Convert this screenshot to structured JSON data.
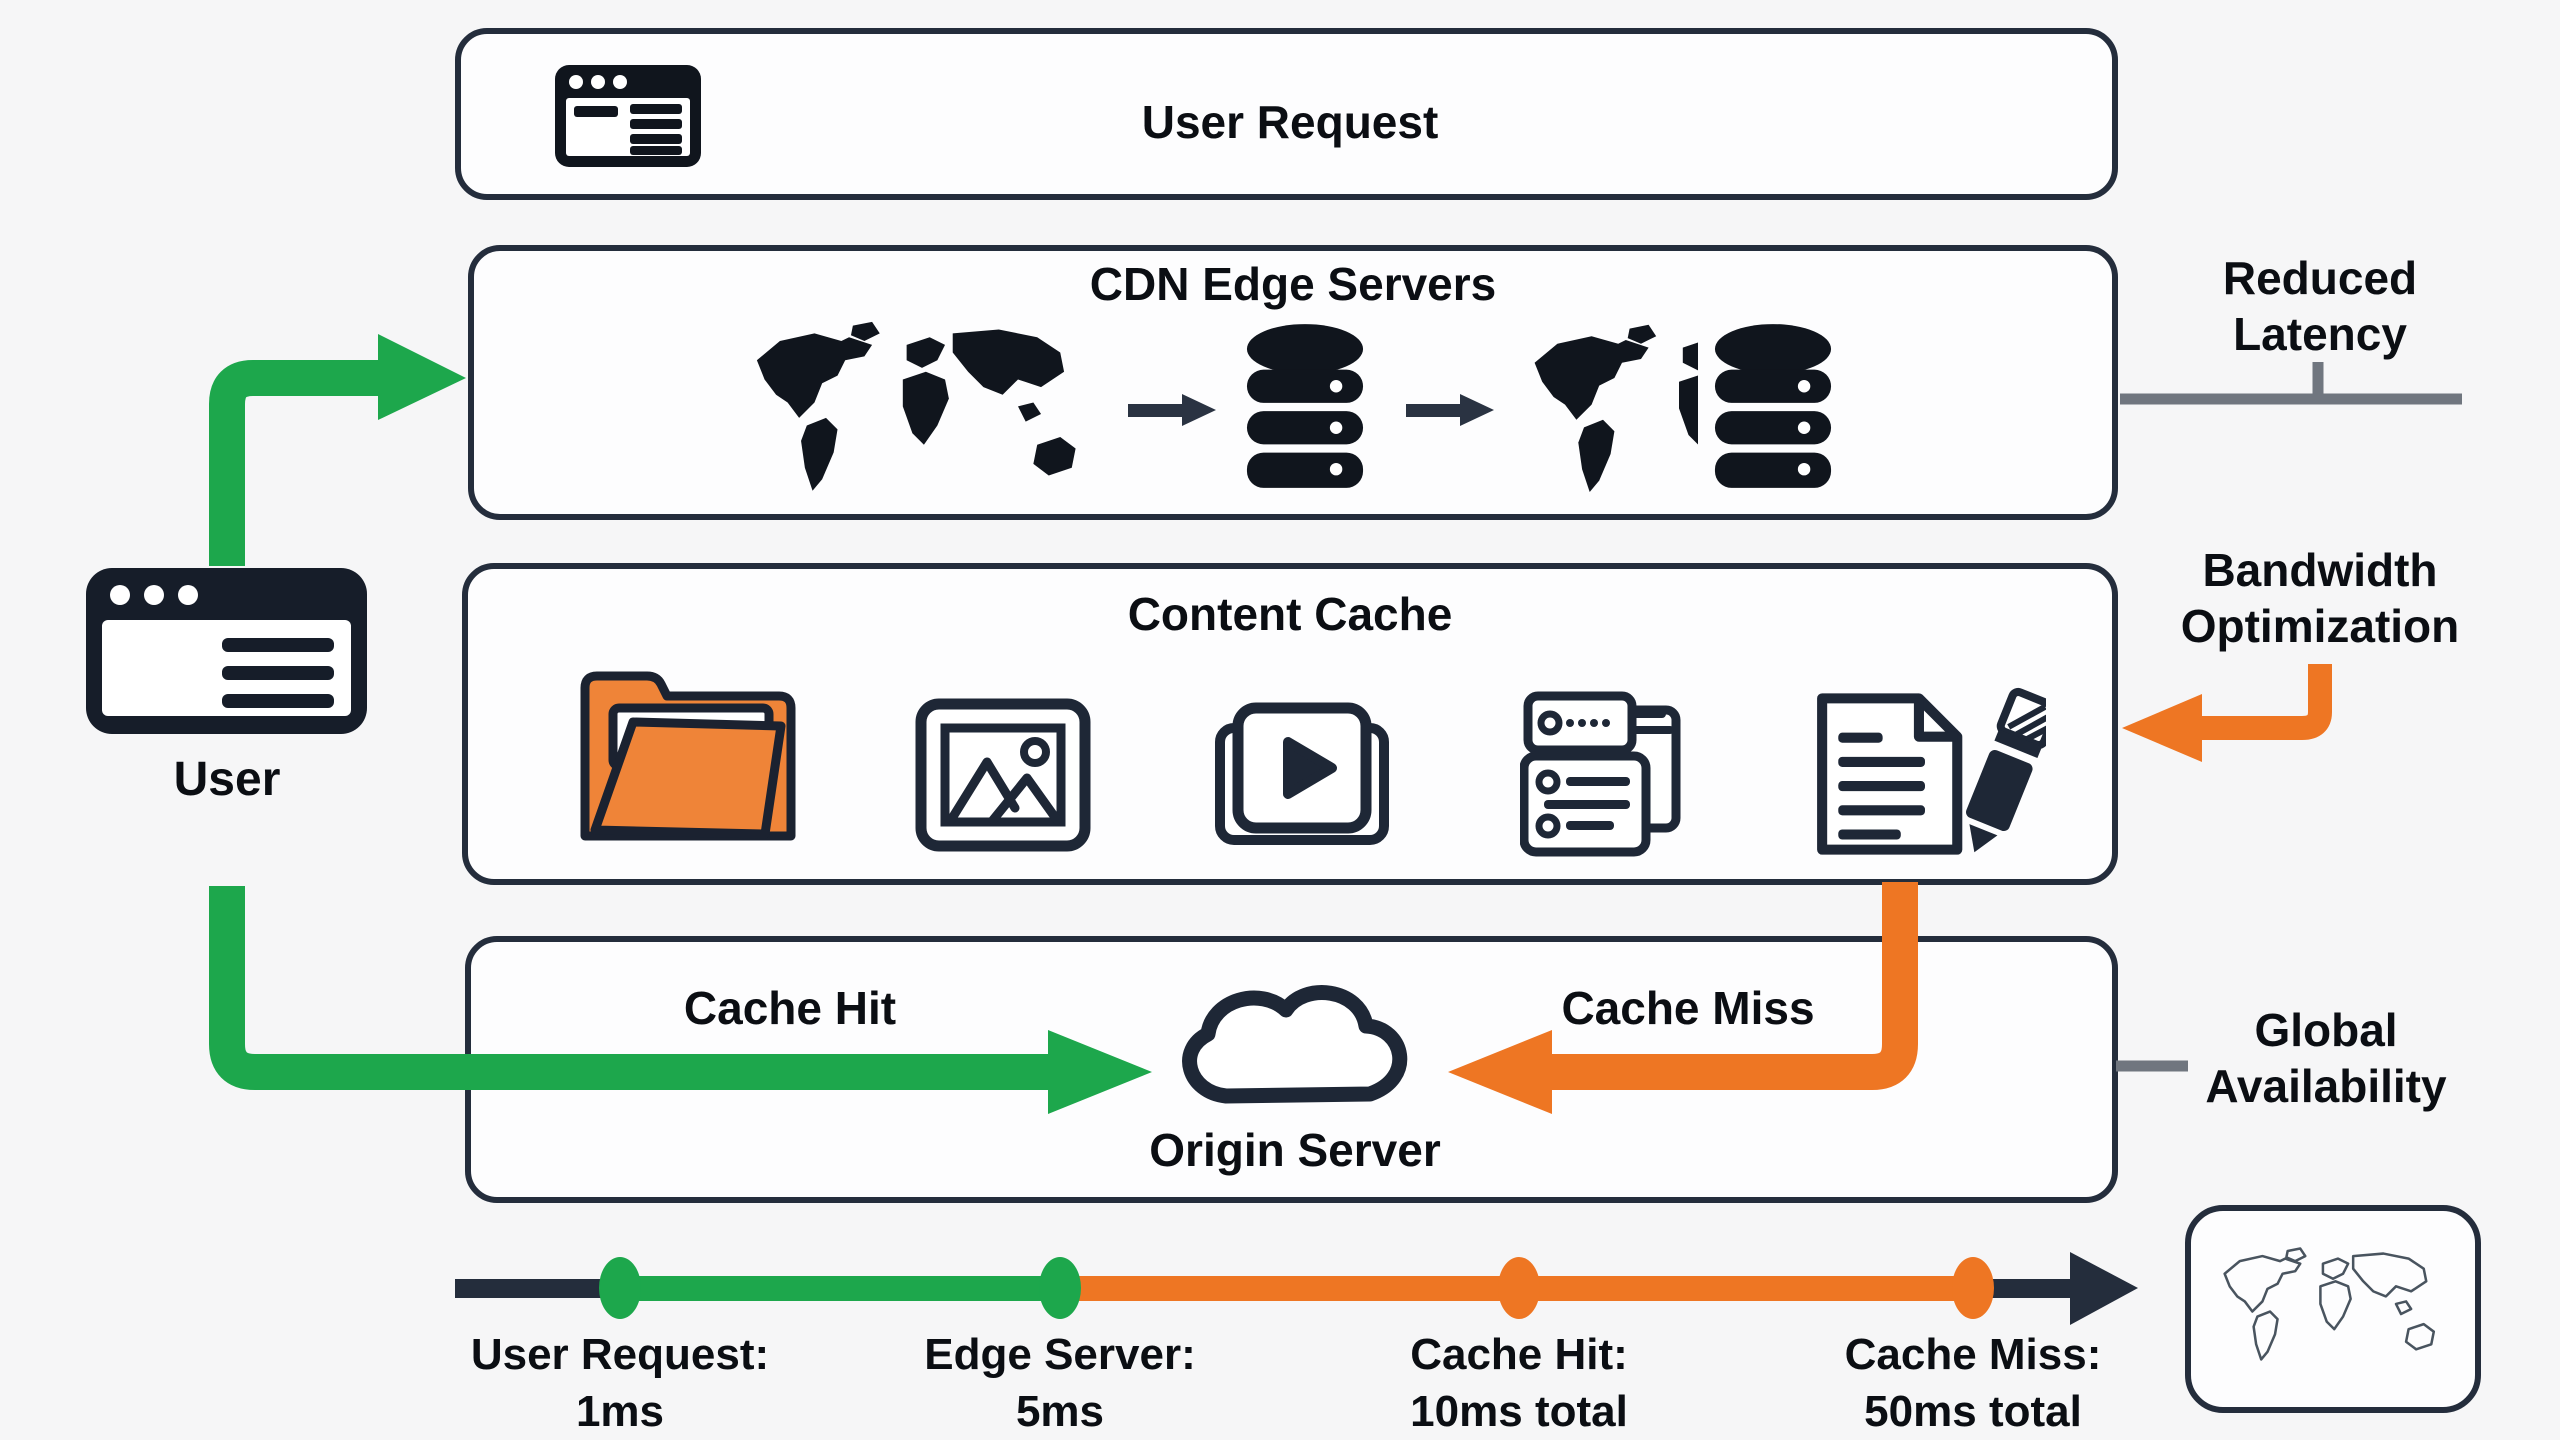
{
  "diagram": {
    "boxes": {
      "user_request": {
        "title": "User Request",
        "icon": "browser-window-icon"
      },
      "cdn_edge_servers": {
        "title": "CDN Edge Servers",
        "icons": [
          "world-map-icon",
          "arrow-right-icon",
          "database-icon",
          "arrow-right-icon",
          "world-map-icon",
          "database-icon"
        ]
      },
      "content_cache": {
        "title": "Content Cache",
        "icons": [
          "folder-icon",
          "image-icon",
          "video-play-icon",
          "server-list-icon",
          "document-pen-icon"
        ]
      },
      "origin_server": {
        "title": "Origin Server",
        "icon": "cloud-icon",
        "cache_hit_label": "Cache Hit",
        "cache_miss_label": "Cache Miss"
      }
    },
    "user": {
      "label": "User",
      "icon": "browser-window-icon"
    },
    "side_labels": {
      "reduced_latency": "Reduced Latency",
      "bandwidth_optimization": "Bandwidth Optimization",
      "global_availability": "Global Availability"
    },
    "timeline": {
      "events": [
        {
          "label": "User Request:",
          "value": "1ms",
          "color": "#1da74c"
        },
        {
          "label": "Edge Server:",
          "value": "5ms",
          "color": "#1da74c"
        },
        {
          "label": "Cache Hit:",
          "value": "10ms total",
          "color": "#ee7623"
        },
        {
          "label": "Cache Miss:",
          "value": "50ms total",
          "color": "#ee7623"
        }
      ]
    },
    "map_thumbnail_icon": "world-map-outline-icon",
    "colors": {
      "green": "#1da74c",
      "orange": "#ee7623",
      "dark": "#242d3c",
      "icon_dark": "#10151d",
      "connector_gray": "#70767f",
      "folder_orange": "#ef8438"
    }
  }
}
